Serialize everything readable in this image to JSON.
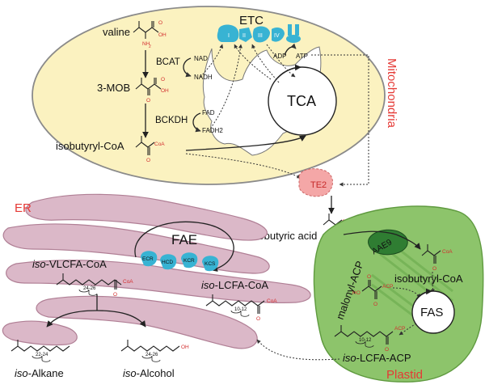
{
  "mitochondria": {
    "title": "Mitochondria",
    "valine": "valine",
    "mob": "3-MOB",
    "isobutyryl_coa": "isobutyryl-CoA",
    "bcat": "BCAT",
    "bckdh": "BCKDH",
    "nad": "NAD",
    "nadh": "NADH",
    "fad": "FAD",
    "fadh2": "FADH2",
    "etc": "ETC",
    "complexes": [
      "I",
      "II",
      "III",
      "IV"
    ],
    "adp": "ADP",
    "atp": "ATP",
    "tca": "TCA",
    "te2": "TE2"
  },
  "chem_labels": {
    "nh2": "NH",
    "nh2_sub": "2",
    "oh": "OH",
    "o": "O",
    "coa": "CoA",
    "acp": "ACP",
    "ho": "HO"
  },
  "er": {
    "title": "ER",
    "fae": "FAE",
    "enzymes": [
      "ECR",
      "HCD",
      "KCR",
      "KCS"
    ],
    "iso_prefix": "iso",
    "vlcfa": "-VLCFA-CoA",
    "lcfa": "-LCFA-CoA",
    "alkane": "-Alkane",
    "alcohol": "-Alcohol",
    "range_vlcfa": "24-26",
    "range_lcfa": "10-12",
    "range_alkane": "22-24",
    "range_alcohol": "24-26"
  },
  "cyto": {
    "isobutyric_acid": "isobutyric acid"
  },
  "plastid": {
    "title": "Plastid",
    "aae9": "AAE9",
    "malonyl_acp": "malonyl-ACP",
    "isobutyryl_coa": "isobutyryl-CoA",
    "fas": "FAS",
    "lcfa_acp": "-LCFA-ACP",
    "range": "10-12"
  },
  "colors": {
    "mito_fill": "#fbf2c0",
    "mito_stroke": "#8a8a8a",
    "er_fill": "#dbb8c8",
    "er_stroke": "#b07f95",
    "plastid_fill": "#8dc46b",
    "plastid_stroke": "#5f9a3f",
    "etc_blue": "#38b3d3",
    "te2_fill": "#f4a7a7",
    "aae9_fill": "#2f7d32",
    "title_red": "#e53935",
    "oxygen_red": "#d32f2f"
  }
}
